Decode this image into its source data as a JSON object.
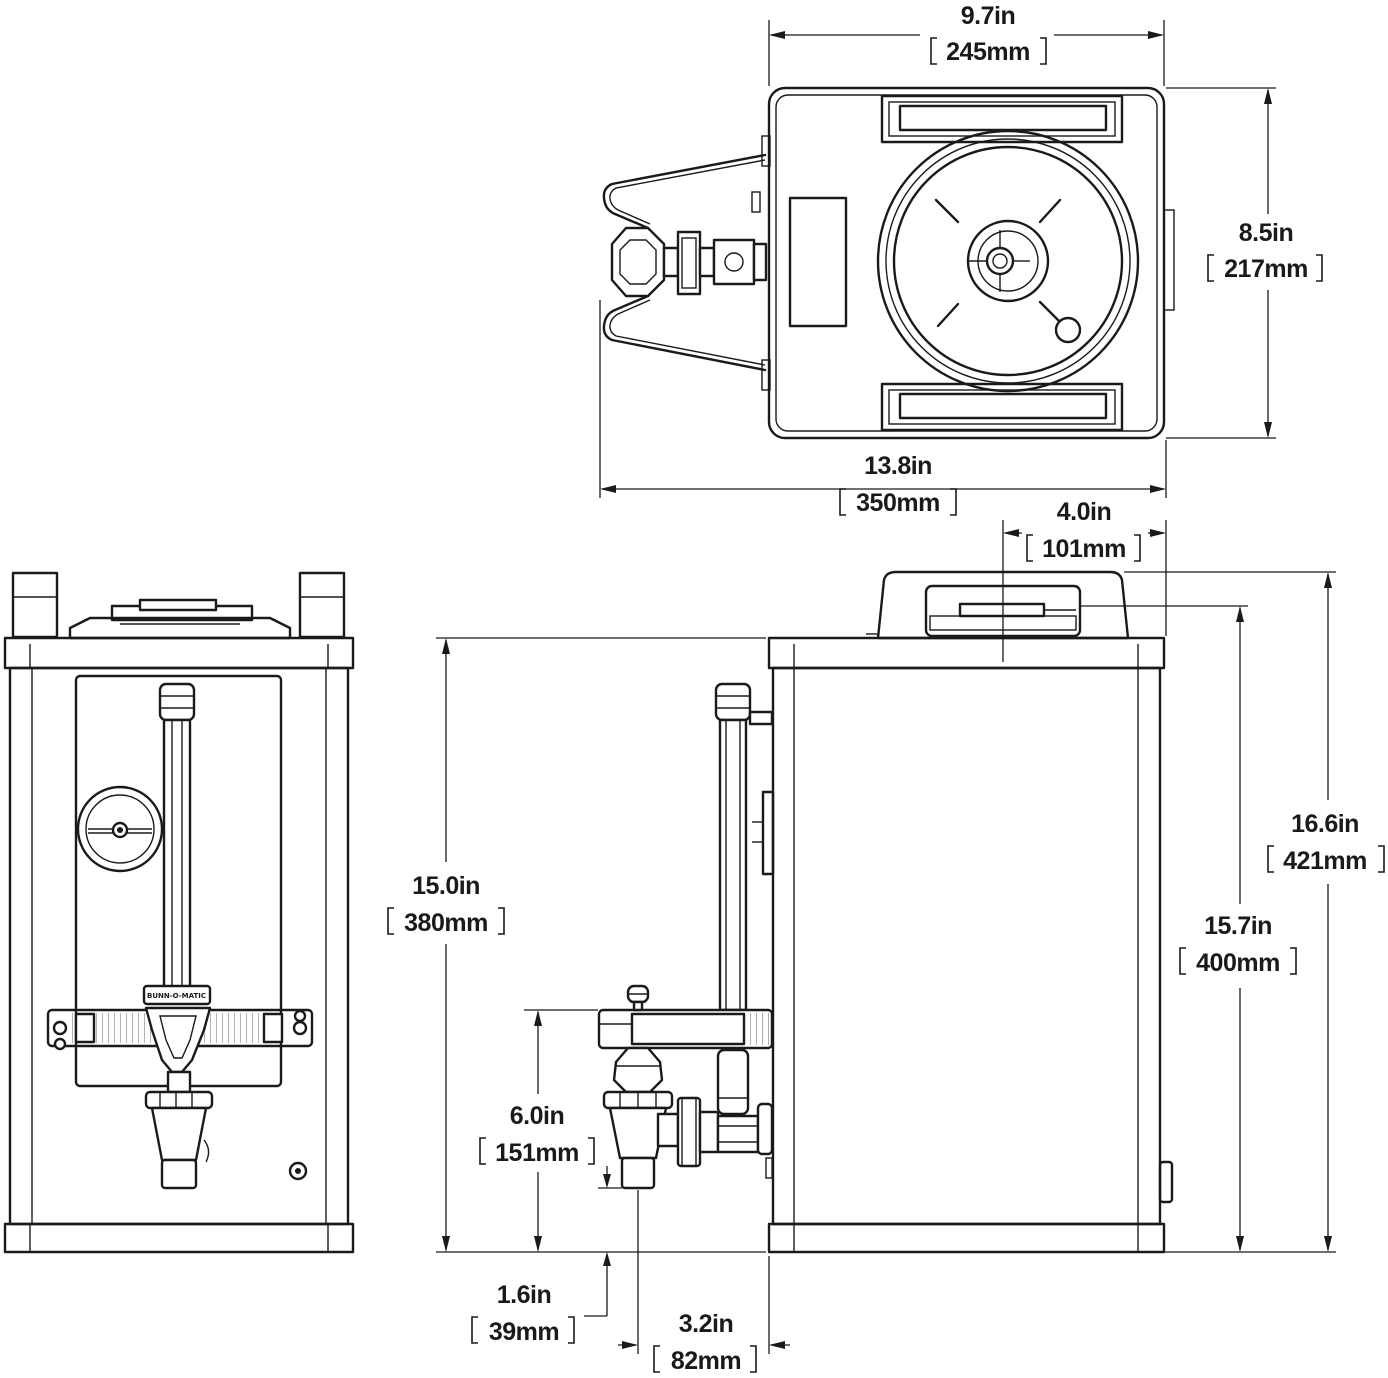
{
  "dimensions": {
    "top_width": {
      "imperial": "9.7in",
      "metric": "245mm"
    },
    "top_depth": {
      "imperial": "8.5in",
      "metric": "217mm"
    },
    "overall_depth": {
      "imperial": "13.8in",
      "metric": "350mm"
    },
    "lid_offset": {
      "imperial": "4.0in",
      "metric": "101mm"
    },
    "body_height": {
      "imperial": "15.0in",
      "metric": "380mm"
    },
    "overall_height": {
      "imperial": "16.6in",
      "metric": "421mm"
    },
    "lid_height": {
      "imperial": "15.7in",
      "metric": "400mm"
    },
    "faucet_height": {
      "imperial": "6.0in",
      "metric": "151mm"
    },
    "faucet_clearance": {
      "imperial": "1.6in",
      "metric": "39mm"
    },
    "faucet_projection": {
      "imperial": "3.2in",
      "metric": "82mm"
    }
  },
  "brand_text": "BUNN-O-MATIC"
}
